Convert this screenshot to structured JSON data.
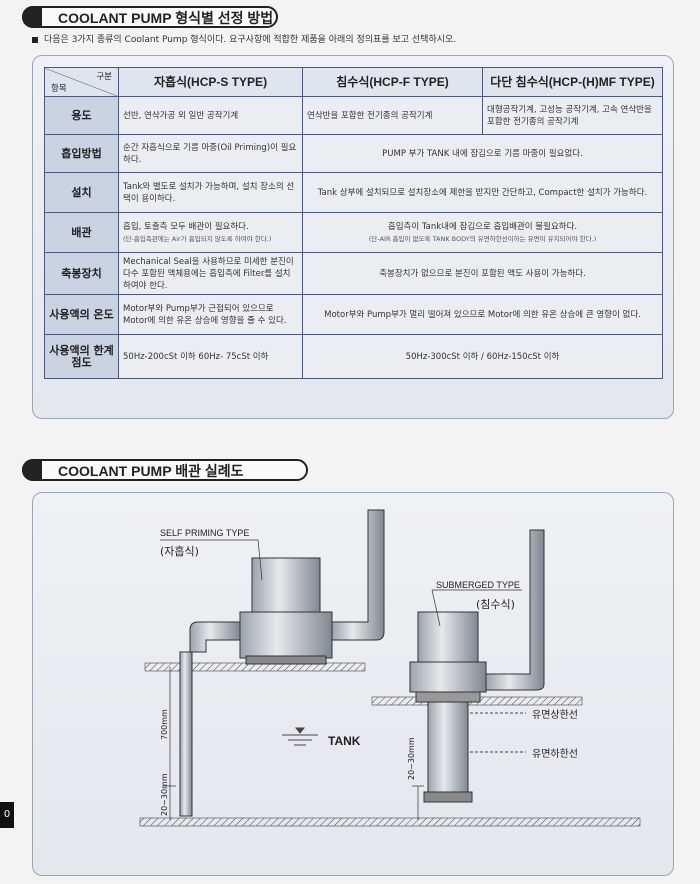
{
  "banners": {
    "selection": "COOLANT PUMP 형식별 선정 방법",
    "piping": "COOLANT PUMP 배관 실례도"
  },
  "intro": "다음은 3가지 종류의 Coolant Pump 형식이다. 요구사항에 적합한 제품을 아래의 정의표를 보고 선택하시오.",
  "table": {
    "corner_top": "구분",
    "corner_bottom": "항목",
    "columns": [
      "자흡식(HCP-S TYPE)",
      "침수식(HCP-F TYPE)",
      "다단 침수식(HCP-(H)MF TYPE)"
    ],
    "rows": [
      {
        "label": "용도",
        "s": "선반, 연삭가공 외 일반 공작기계",
        "f": "연삭반을 포함한 전기종의 공작기계",
        "mf": "대형공작기계, 고성능 공작기계, 고속 연삭반을 포함한 전기종의 공작기계"
      },
      {
        "label": "흡입방법",
        "s": "순간 자흡식으로 기름 마중(Oil Priming)이 필요하다.",
        "fmf": "PUMP 부가 TANK 내에 잠김으로 기름 마중이 필요없다."
      },
      {
        "label": "설치",
        "s": "Tank와 별도로 설치가 가능하며, 설치 장소의 선택이 용이하다.",
        "fmf": "Tank 상부에 설치되므로 설치장소에 제한을 받지만 간단하고, Compact한 설치가 가능하다."
      },
      {
        "label": "배관",
        "s": "흡입, 토출측 모두 배관이 필요하다.",
        "s_note": "(단-흡입측관에는 Air가 흡입되지 않도록 하여야 한다.)",
        "fmf": "흡입측이 Tank내에 잠김으로 흡입배관이 불필요하다.",
        "fmf_note": "(단-AIR 흡입이 없도록 TANK BODY의 유면하한선이하는 유면이 유지되어야 한다.)"
      },
      {
        "label": "축봉장치",
        "s": "Mechanical Seal을 사용하므로 미세한 분진이 다수 포함된 액체용에는 흡입측에 Filter를 설치하여야 한다.",
        "fmf": "축봉장치가 없으므로 분진이 포함된 액도 사용이 가능하다."
      },
      {
        "label": "사용액의 온도",
        "s": "Motor부와 Pump부가 근접되어 있으므로 Motor에 의한 유온 상승에 영향을 줄 수 있다.",
        "fmf": "Motor부와 Pump부가 멀리 떨어져 있으므로 Motor에 의한 유온 상승에 큰 영향이 없다."
      },
      {
        "label": "사용액의 한계점도",
        "s": "50Hz-200cSt 이하 60Hz- 75cSt 이하",
        "fmf": "50Hz-300cSt 이하 / 60Hz-150cSt 이하"
      }
    ]
  },
  "diagram": {
    "self_priming": "SELF PRIMING TYPE",
    "self_priming_kr": "(자흡식)",
    "submerged": "SUBMERGED TYPE",
    "submerged_kr": "(침수식)",
    "tank": "TANK",
    "upper_level": "유면상한선",
    "lower_level": "유면하한선",
    "dim_700": "700mm",
    "dim_2030a": "20~30mm",
    "dim_2030b": "20~30mm"
  },
  "page_number": "0"
}
